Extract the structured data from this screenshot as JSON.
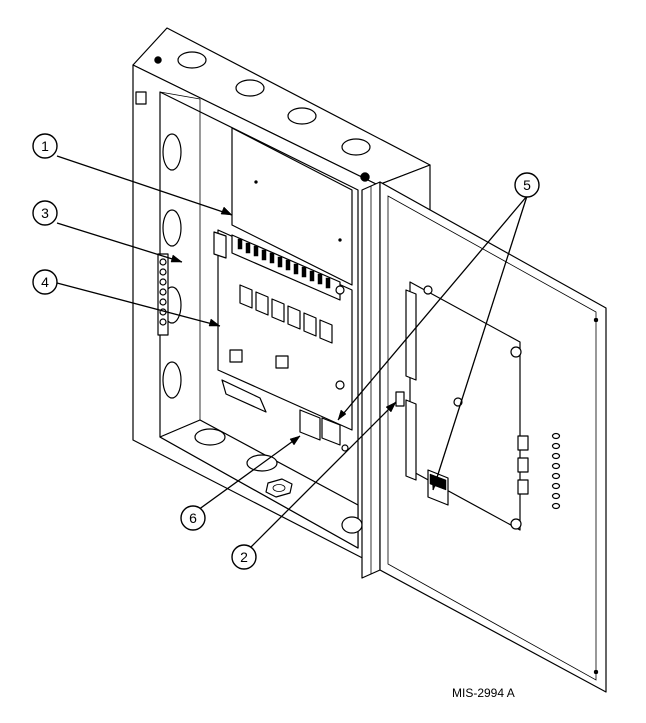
{
  "callouts": [
    {
      "label": "1"
    },
    {
      "label": "2"
    },
    {
      "label": "3"
    },
    {
      "label": "4"
    },
    {
      "label": "5"
    },
    {
      "label": "6"
    }
  ],
  "drawing_number": "MIS-2994 A"
}
